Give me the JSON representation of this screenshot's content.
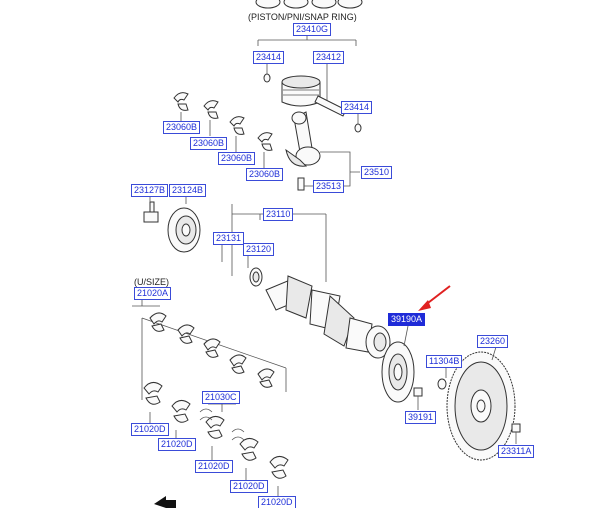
{
  "captions": {
    "piston": "(PISTON/PNI/SNAP RING)",
    "usize": "(U/SIZE)"
  },
  "labels": {
    "p23410G": "23410G",
    "p23414a": "23414",
    "p23412": "23412",
    "p23414b": "23414",
    "p23060B_1": "23060B",
    "p23060B_2": "23060B",
    "p23060B_3": "23060B",
    "p23060B_4": "23060B",
    "p23510": "23510",
    "p23513": "23513",
    "p23127B": "23127B",
    "p23124B": "23124B",
    "p23110": "23110",
    "p23131": "23131",
    "p23120": "23120",
    "p21020A": "21020A",
    "p39190A": "39190A",
    "p11304B": "11304B",
    "p23260": "23260",
    "p21030C": "21030C",
    "p39191": "39191",
    "p21020D_1": "21020D",
    "p21020D_2": "21020D",
    "p21020D_3": "21020D",
    "p21020D_4": "21020D",
    "p21020D_5": "21020D",
    "p23311A": "23311A"
  },
  "colors": {
    "label_text": "#1f2fd8",
    "highlight_bg": "#1f2bd8",
    "pointer_arrow": "#e02020"
  },
  "icons": {
    "pointer": "red-arrow-icon",
    "nav": "black-arrow-icon"
  }
}
